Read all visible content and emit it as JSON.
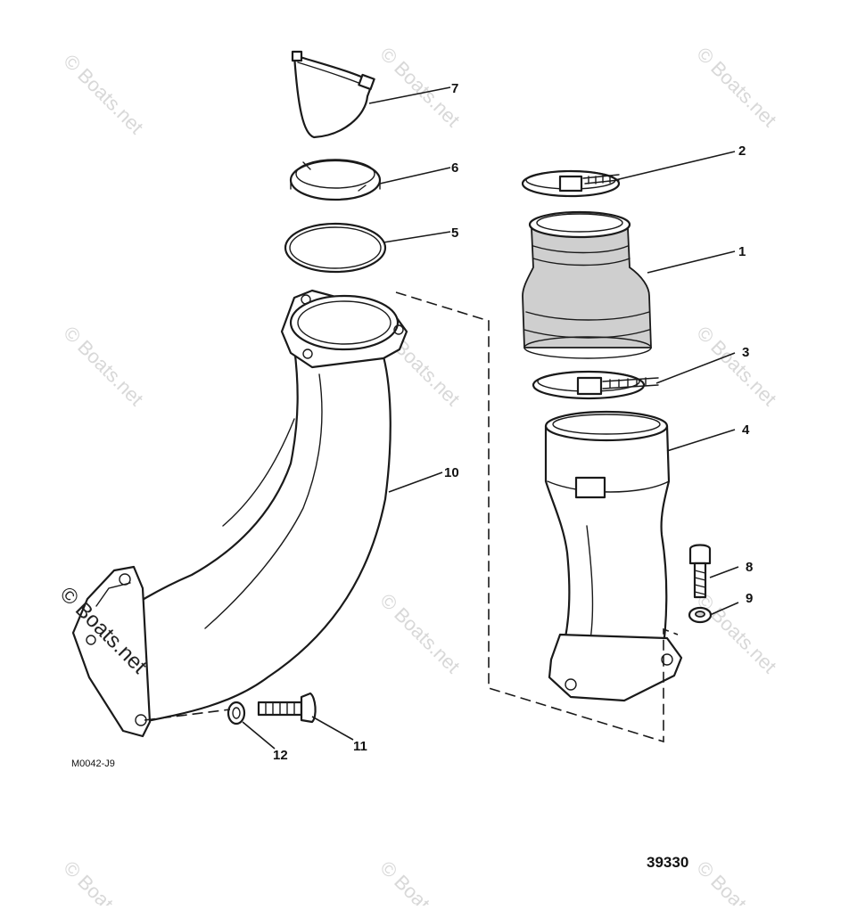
{
  "watermark": {
    "text": "© Boats.net"
  },
  "callouts": [
    "1",
    "2",
    "3",
    "4",
    "5",
    "6",
    "7",
    "8",
    "9",
    "10",
    "11",
    "12"
  ],
  "drawing_code": "M0042-J9",
  "figure_number": "39330"
}
